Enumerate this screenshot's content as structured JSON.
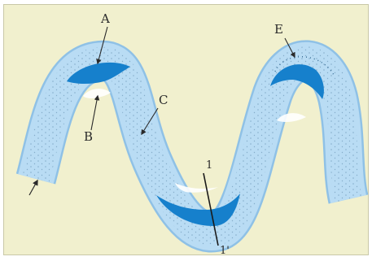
{
  "labels": {
    "a": "A",
    "b": "B",
    "c": "C",
    "e": "E",
    "section_top": "1",
    "section_bottom": "1'"
  },
  "colors": {
    "background": "#f1f0ce",
    "channel_fill": "#b9dcf4",
    "channel_edge": "#8fc1e6",
    "deep_pool": "#1680cc",
    "sand_bar": "#ffffff",
    "ink": "#2a2a2a"
  },
  "icons": {
    "flow_arrow": "flow-direction-arrow",
    "pointer": "leader-arrow"
  }
}
